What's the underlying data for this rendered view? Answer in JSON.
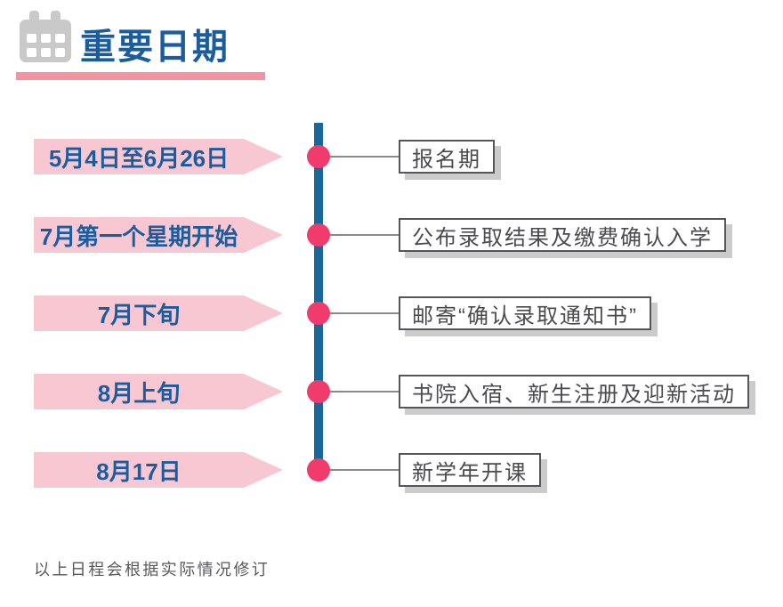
{
  "header": {
    "title": "重要日期",
    "icon": "calendar-icon",
    "title_color": "#1b5c9e",
    "underline_color": "#f4929f"
  },
  "timeline": {
    "line_color": "#19689b",
    "dot_color": "#f13b6d",
    "arrow_fill": "#f7c8d2",
    "date_text_color": "#1b5c9e",
    "event_text_color": "#4b4b4e",
    "items": [
      {
        "date": "5月4日至6月26日",
        "event": "报名期"
      },
      {
        "date": "7月第一个星期开始",
        "event": "公布录取结果及缴费确认入学"
      },
      {
        "date": "7月下旬",
        "event": "邮寄“确认录取通知书”"
      },
      {
        "date": "8月上旬",
        "event": "书院入宿、新生注册及迎新活动"
      },
      {
        "date": "8月17日",
        "event": "新学年开课"
      }
    ]
  },
  "footer": {
    "note": "以上日程会根据实际情况修订"
  }
}
